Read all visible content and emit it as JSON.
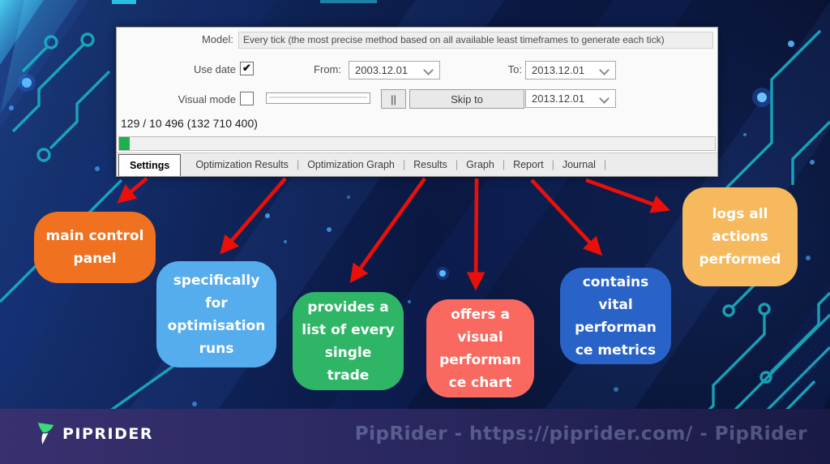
{
  "colors": {
    "arrow": "#ea1009",
    "progress_green": "#1db04d",
    "circuit_teal": "#19b9c9",
    "logo_green": "#3bd977"
  },
  "tester_panel": {
    "model_label": "Model:",
    "model_value": "Every tick (the most precise method based on all available least timeframes to generate each tick)",
    "use_date_label": "Use date",
    "use_date_check": "✔",
    "from_label": "From:",
    "from_value": "2003.12.01",
    "to_label": "To:",
    "to_value": "2013.12.01",
    "visual_mode_label": "Visual mode",
    "pause_label": "||",
    "skip_to_label": "Skip to",
    "skip_date_value": "2013.12.01",
    "progress_text": "129 / 10 496 (132 710 400)",
    "tab_separator": "|",
    "tabs": [
      {
        "label": "Settings",
        "active": true
      },
      {
        "label": "Optimization Results",
        "active": false
      },
      {
        "label": "Optimization Graph",
        "active": false
      },
      {
        "label": "Results",
        "active": false
      },
      {
        "label": "Graph",
        "active": false
      },
      {
        "label": "Report",
        "active": false
      },
      {
        "label": "Journal",
        "active": false
      }
    ]
  },
  "callouts": [
    {
      "text": "main control\npanel",
      "color": "#f0711f"
    },
    {
      "text": "specifically\nfor\noptimisation\nruns",
      "color": "#55adee"
    },
    {
      "text": "provides a\nlist of every\nsingle\ntrade",
      "color": "#2eb566"
    },
    {
      "text": "offers a\nvisual\nperforman\nce chart",
      "color": "#f9695f"
    },
    {
      "text": "contains\nvital\nperforman\nce metrics",
      "color": "#2a63c8"
    },
    {
      "text": "logs all\nactions\nperformed",
      "color": "#f6b95e"
    }
  ],
  "footer": {
    "logo_text": "PIPRIDER",
    "watermark": "PipRider - https://piprider.com/ - PipRider"
  }
}
